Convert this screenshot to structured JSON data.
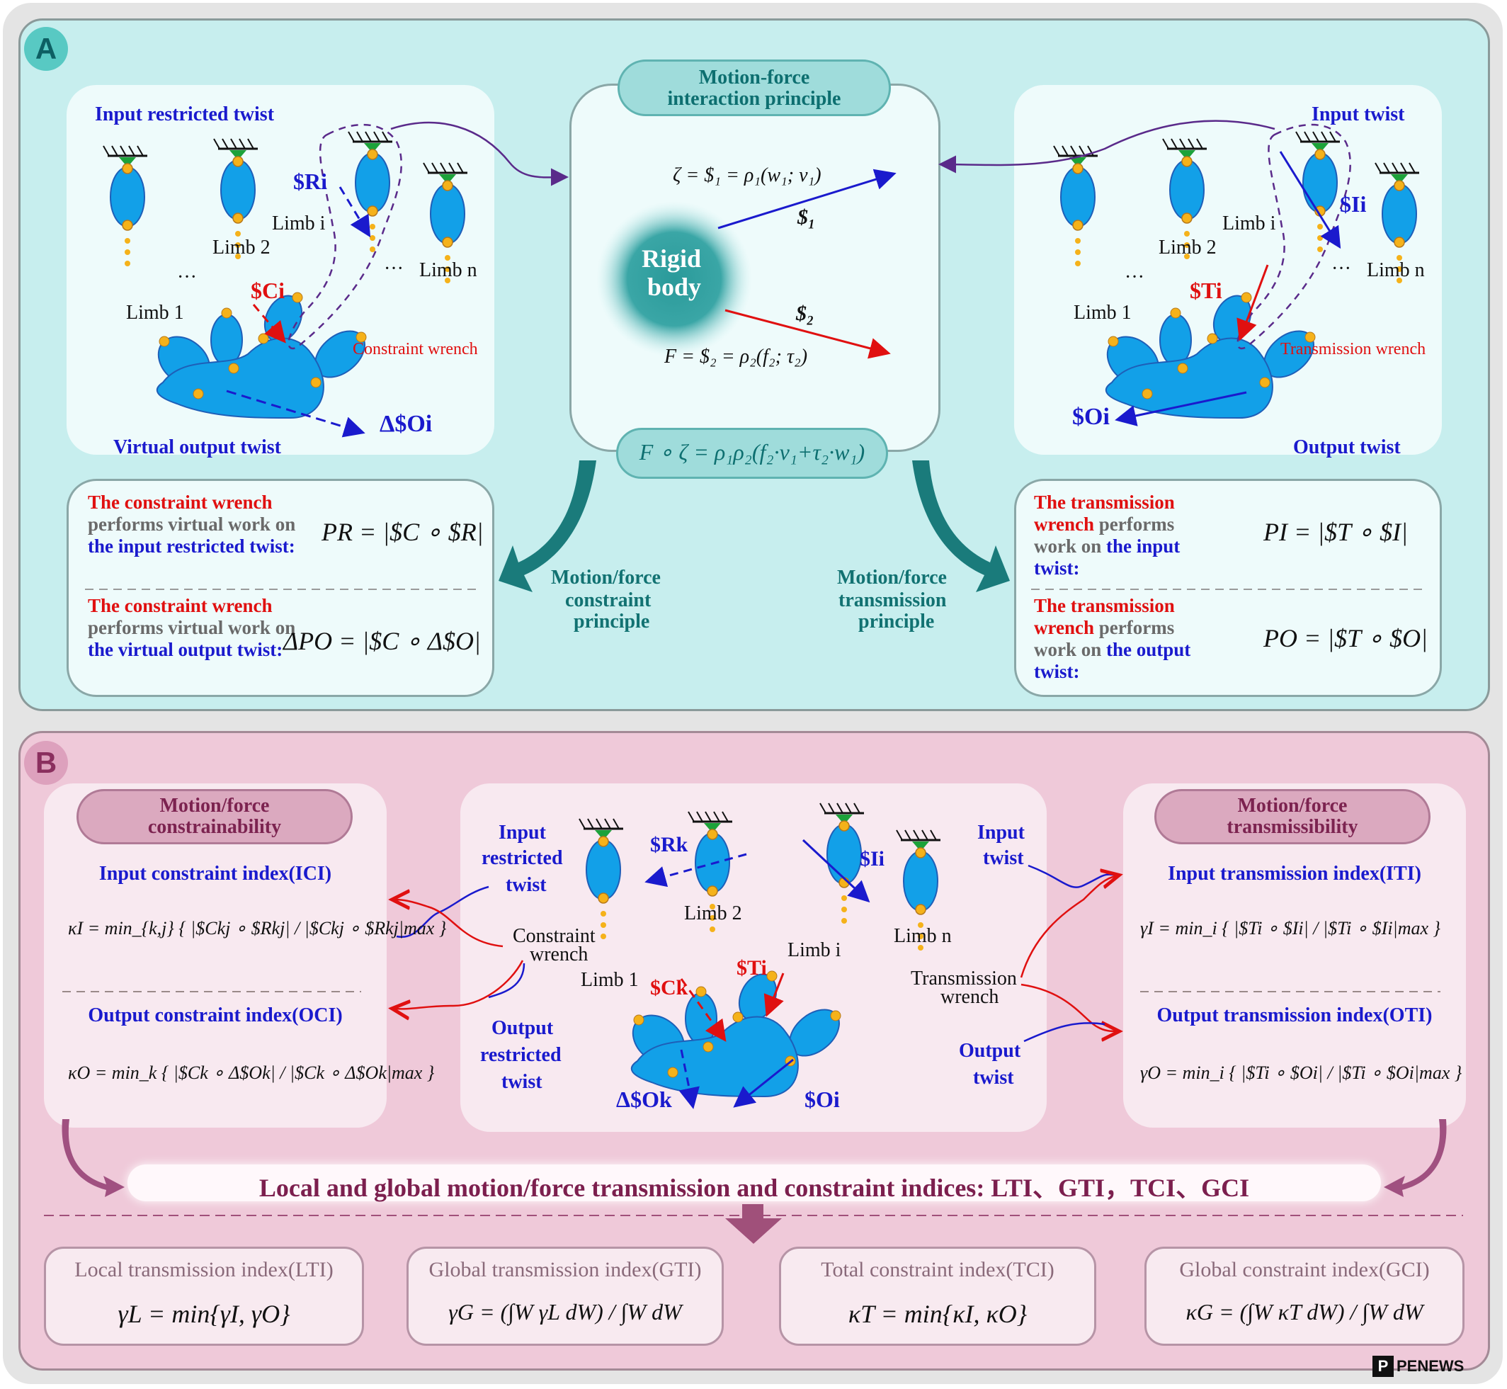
{
  "panel_a": {
    "badge": "A",
    "center_title": "Motion-force interaction principle",
    "center_title_line1": "Motion-force",
    "center_title_line2": "interaction principle",
    "rigid_body_line1": "Rigid",
    "rigid_body_line2": "body",
    "zeta_formula": "ζ = $₁ = ρ₁(w₁;  v₁)",
    "s1_label": "$₁",
    "s2_label": "$₂",
    "f_formula": "F = $₂ = ρ₂(f₂;  τ₂)",
    "power_formula": "F ∘ ζ = ρ₁ρ₂(f₂·v₁+τ₂·w₁)",
    "left_mech": {
      "title_top": "Input restricted twist",
      "title_bottom": "Virtual output twist",
      "constraint": "Constraint wrench",
      "s_r": "$Ri",
      "s_c": "$Ci",
      "delta_so": "Δ$Oi",
      "limb1": "Limb 1",
      "limb2": "Limb 2",
      "limbi": "Limb i",
      "limbn": "Limb n",
      "ellipsis": "···"
    },
    "right_mech": {
      "title_top": "Input twist",
      "title_bottom": "Output twist",
      "transmission": "Transmission wrench",
      "s_i": "$Ii",
      "s_t": "$Ti",
      "s_o": "$Oi",
      "limb1": "Limb 1",
      "limb2": "Limb 2",
      "limbi": "Limb i",
      "limbn": "Limb n",
      "ellipsis": "···"
    },
    "left_box": {
      "p1_red": "The constraint wrench",
      "p1_gray": " performs virtual work on ",
      "p1_blue": "the input restricted twist:",
      "f1": "PR = |$C ∘ $R|",
      "p2_red": "The constraint wrench",
      "p2_gray": " performs virtual work on ",
      "p2_blue": "the virtual output twist:",
      "f2": "ΔPO = |$C ∘ Δ$O|"
    },
    "right_box": {
      "p1_red": "The transmission wrench",
      "p1_gray": " performs work on ",
      "p1_blue": "the input twist:",
      "f1": "PI = |$T ∘ $I|",
      "p2_red": "The  transmission wrench",
      "p2_gray": " performs work on ",
      "p2_blue": "the output twist:",
      "f2": "PO = |$T ∘ $O|"
    },
    "left_arrow_label_1": "Motion/force",
    "left_arrow_label_2": "constraint",
    "left_arrow_label_3": "principle",
    "right_arrow_label_1": "Motion/force",
    "right_arrow_label_2": "transmission",
    "right_arrow_label_3": "principle"
  },
  "panel_b": {
    "badge": "B",
    "left_title_1": "Motion/force",
    "left_title_2": "constrainability",
    "ici_title": "Input constraint index(ICI)",
    "ici_formula": "κI = min_{k,j} { |$Ckj ∘ $Rkj| / |$Ckj ∘ $Rkj|max }",
    "oci_title": "Output constraint index(OCI)",
    "oci_formula": "κO = min_k { |$Ck ∘ Δ$Ok| / |$Ck ∘ Δ$Ok|max }",
    "right_title_1": "Motion/force",
    "right_title_2": "transmissibility",
    "iti_title": "Input transmission index(ITI)",
    "iti_formula": "γI = min_i { |$Ti ∘ $Ii| / |$Ti ∘ $Ii|max }",
    "oti_title": "Output transmission index(OTI)",
    "oti_formula": "γO = min_i { |$Ti ∘ $Oi| / |$Ti ∘ $Oi|max }",
    "mech": {
      "input_restricted_1": "Input",
      "input_restricted_2": "restricted",
      "input_restricted_3": "twist",
      "output_restricted_1": "Output",
      "output_restricted_2": "restricted",
      "output_restricted_3": "twist",
      "constraint_1": "Constraint",
      "constraint_2": "wrench",
      "input_twist_1": "Input",
      "input_twist_2": "twist",
      "output_twist_1": "Output",
      "output_twist_2": "twist",
      "transmission_1": "Transmission",
      "transmission_2": "wrench",
      "s_rk": "$Rk",
      "s_ck": "$Ck",
      "s_ti": "$Ti",
      "s_ii": "$Ii",
      "s_oi": "$Oi",
      "delta_sok": "Δ$Ok",
      "limb1": "Limb 1",
      "limb2": "Limb 2",
      "limbi": "Limb i",
      "limbn": "Limb n"
    },
    "banner": "Local and global motion/force transmission and constraint indices: LTI、GTI，TCI、GCI",
    "bottom_boxes": [
      {
        "title": "Local transmission index(LTI)",
        "formula": "γL = min{γI,   γO}"
      },
      {
        "title": "Global transmission index(GTI)",
        "formula": "γG = (∫W γL dW) / ∫W dW"
      },
      {
        "title": "Total constraint index(TCI)",
        "formula": "κT = min{κI,   κO}"
      },
      {
        "title": "Global constraint index(GCI)",
        "formula": "κG = (∫W κT dW) / ∫W dW"
      }
    ]
  },
  "logo": "PENEWS",
  "colors": {
    "panel_a_bg": "#c7eeee",
    "panel_b_bg": "#efc9d9",
    "limb_blue": "#12a0e8",
    "joint_orange": "#f5b21a",
    "twist_blue": "#1a1acd",
    "wrench_red": "#e01010",
    "teal": "#127272",
    "maroon": "#7c1f4e"
  }
}
